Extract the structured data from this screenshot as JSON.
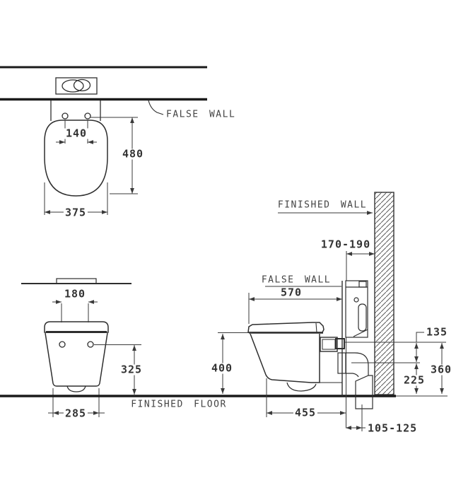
{
  "meta": {
    "description": "Wall-hung toilet installation technical drawing with top, front and side views",
    "views": [
      "top view",
      "front view",
      "side section view"
    ]
  },
  "labels": {
    "false_wall_top": "FALSE WALL",
    "finished_wall": "FINISHED WALL",
    "false_wall_side": "FALSE WALL",
    "finished_floor": "FINISHED FLOOR"
  },
  "dimensions": {
    "top_view": {
      "hinge_hole_spacing": "140",
      "seat_length": "480",
      "seat_width": "375"
    },
    "front_view": {
      "mounting_hole_spacing": "180",
      "mounting_hole_height": "325",
      "bowl_base_width": "285"
    },
    "side_view": {
      "false_wall_to_finished_wall": "170-190",
      "bowl_projection": "570",
      "rim_height": "400",
      "bowl_base_projection": "455",
      "supply_to_waste_offset": "135",
      "supply_height": "360",
      "waste_height": "225",
      "false_wall_to_outlet": "105-125"
    }
  },
  "colors": {
    "outline": "#2e2e2e",
    "heavy_line": "#1b1b1b",
    "dim_line": "#3a3a3a",
    "hatch": "#5a5a5a",
    "background": "#ffffff"
  }
}
